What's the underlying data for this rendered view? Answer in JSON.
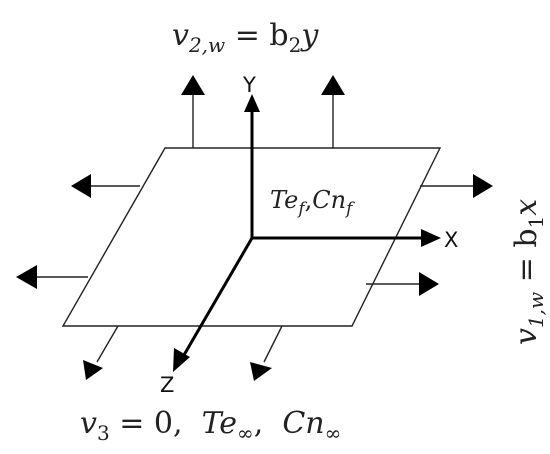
{
  "labels": {
    "top_velocity": "v2,w = b2y",
    "top_velocity_parts": {
      "v": "v",
      "sub": "2,w",
      "eq": " = b",
      "b_sub": "2",
      "var": "y"
    },
    "right_velocity_parts": {
      "v": "v",
      "sub": "1,w",
      "eq": " = b",
      "b_sub": "1",
      "var": "x"
    },
    "plate_parts": {
      "te": "Te",
      "te_sub": "f",
      "sep": ",",
      "cn": "Cn",
      "cn_sub": "f"
    },
    "bottom_parts": {
      "v": "v",
      "sub": "3",
      "eq": " = 0,  ",
      "te": "Te",
      "te_sub": "∞",
      "sep": ",  ",
      "cn": "Cn",
      "cn_sub": "∞"
    }
  },
  "axes": {
    "x": "X",
    "y": "Y",
    "z": "Z"
  },
  "colors": {
    "lines": "#000000",
    "text": "#222222"
  }
}
